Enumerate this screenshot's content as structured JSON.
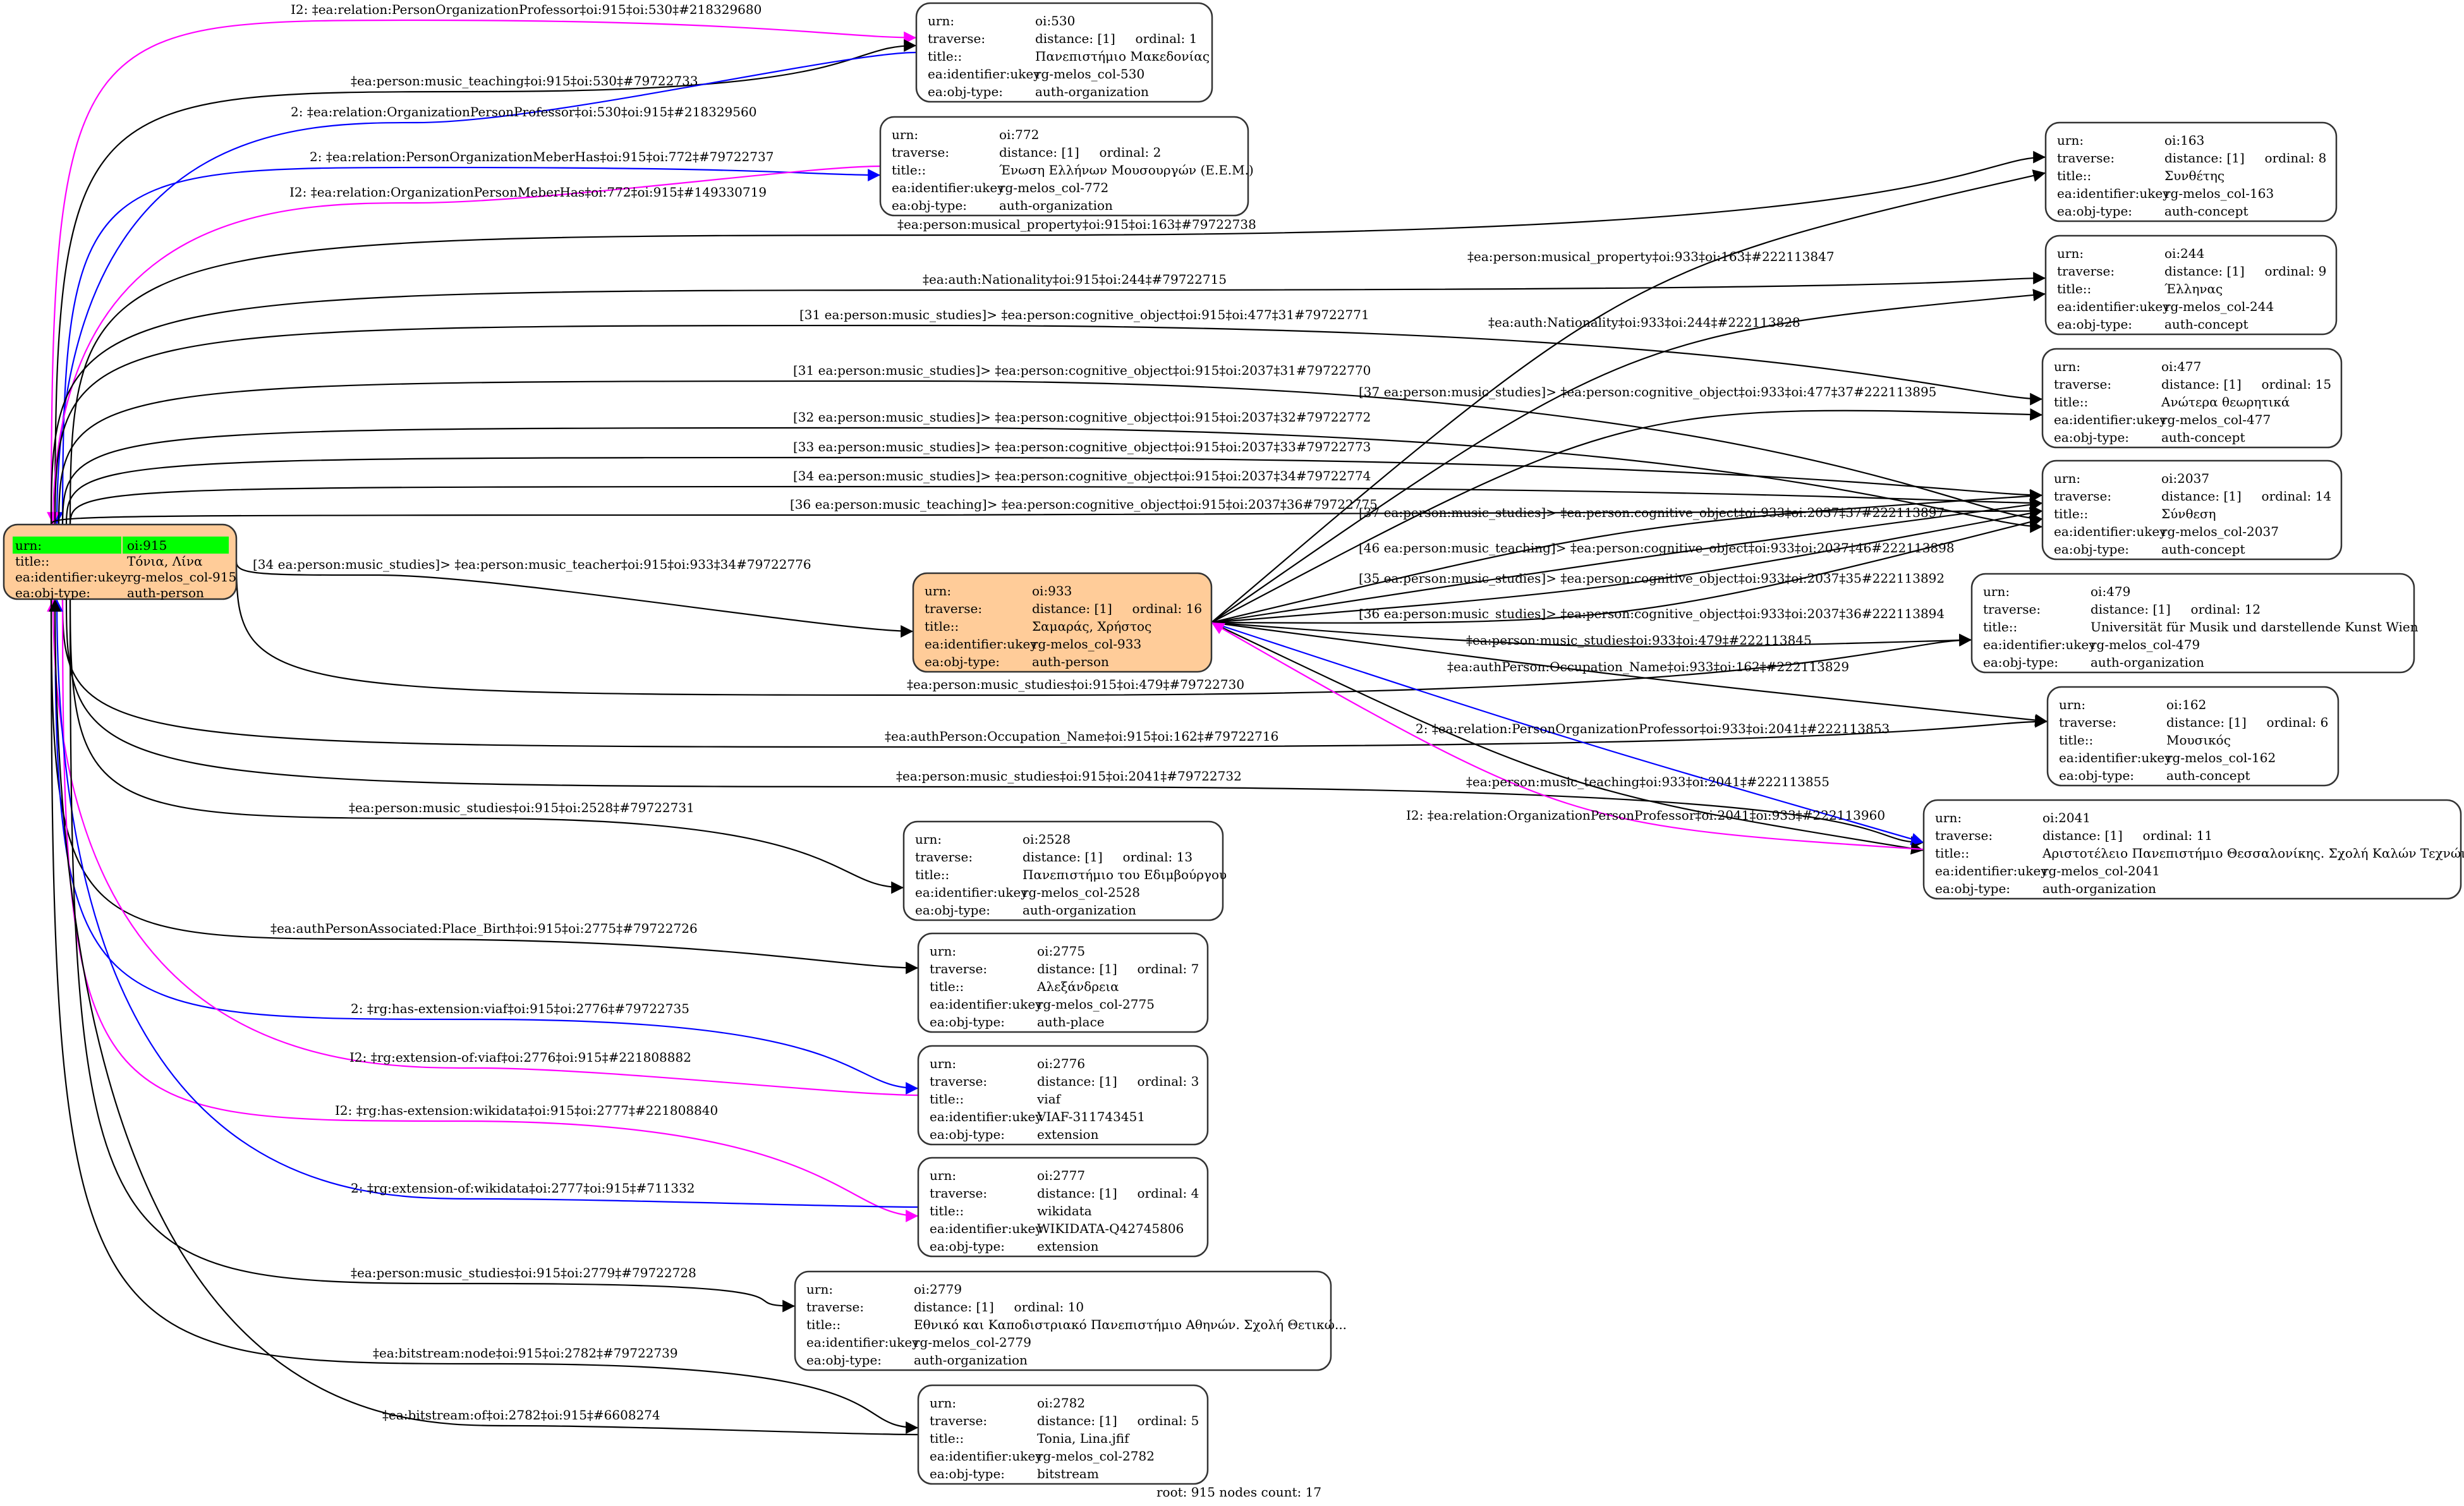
{
  "graph": {
    "footer": "root: 915 nodes count: 17",
    "colors": {
      "normal_edge": "#000000",
      "forward_relation_edge": "#0000ff",
      "inverse_relation_edge": "#ff00ff",
      "person_fill": "#ffcc99",
      "root_highlight": "#00ff00",
      "default_fill": "#ffffff"
    },
    "field_labels": {
      "urn": "urn:",
      "traverse": "traverse:",
      "title": "title::",
      "ukey": "ea:identifier:ukey",
      "type": "ea:obj-type:"
    },
    "nodes": [
      {
        "id": "oi:915",
        "urn": "oi:915",
        "traverse": null,
        "title": "Τόνια, Λίνα",
        "ukey": "rg-melos_col-915",
        "type": "auth-person",
        "root": true
      },
      {
        "id": "oi:530",
        "urn": "oi:530",
        "traverse": "distance: [1]     ordinal: 1",
        "title": "Πανεπιστήμιο Μακεδονίας",
        "ukey": "rg-melos_col-530",
        "type": "auth-organization"
      },
      {
        "id": "oi:772",
        "urn": "oi:772",
        "traverse": "distance: [1]     ordinal: 2",
        "title": "Ένωση Ελλήνων Μουσουργών (Ε.Ε.Μ.)",
        "ukey": "rg-melos_col-772",
        "type": "auth-organization"
      },
      {
        "id": "oi:163",
        "urn": "oi:163",
        "traverse": "distance: [1]     ordinal: 8",
        "title": "Συνθέτης",
        "ukey": "rg-melos_col-163",
        "type": "auth-concept"
      },
      {
        "id": "oi:244",
        "urn": "oi:244",
        "traverse": "distance: [1]     ordinal: 9",
        "title": "Έλληνας",
        "ukey": "rg-melos_col-244",
        "type": "auth-concept"
      },
      {
        "id": "oi:477",
        "urn": "oi:477",
        "traverse": "distance: [1]     ordinal: 15",
        "title": "Ανώτερα θεωρητικά",
        "ukey": "rg-melos_col-477",
        "type": "auth-concept"
      },
      {
        "id": "oi:2037",
        "urn": "oi:2037",
        "traverse": "distance: [1]     ordinal: 14",
        "title": "Σύνθεση",
        "ukey": "rg-melos_col-2037",
        "type": "auth-concept"
      },
      {
        "id": "oi:933",
        "urn": "oi:933",
        "traverse": "distance: [1]     ordinal: 16",
        "title": "Σαμαράς, Χρήστος",
        "ukey": "rg-melos_col-933",
        "type": "auth-person"
      },
      {
        "id": "oi:479",
        "urn": "oi:479",
        "traverse": "distance: [1]     ordinal: 12",
        "title": "Universität für Musik und darstellende Kunst Wien",
        "ukey": "rg-melos_col-479",
        "type": "auth-organization"
      },
      {
        "id": "oi:162",
        "urn": "oi:162",
        "traverse": "distance: [1]     ordinal: 6",
        "title": "Μουσικός",
        "ukey": "rg-melos_col-162",
        "type": "auth-concept"
      },
      {
        "id": "oi:2041",
        "urn": "oi:2041",
        "traverse": "distance: [1]     ordinal: 11",
        "title": "Αριστοτέλειο Πανεπιστήμιο Θεσσαλονίκης. Σχολή Καλών Τεχνών...",
        "ukey": "rg-melos_col-2041",
        "type": "auth-organization"
      },
      {
        "id": "oi:2528",
        "urn": "oi:2528",
        "traverse": "distance: [1]     ordinal: 13",
        "title": "Πανεπιστήμιο του Εδιμβούργου",
        "ukey": "rg-melos_col-2528",
        "type": "auth-organization"
      },
      {
        "id": "oi:2775",
        "urn": "oi:2775",
        "traverse": "distance: [1]     ordinal: 7",
        "title": "Αλεξάνδρεια",
        "ukey": "rg-melos_col-2775",
        "type": "auth-place"
      },
      {
        "id": "oi:2776",
        "urn": "oi:2776",
        "traverse": "distance: [1]     ordinal: 3",
        "title": "viaf",
        "ukey": "VIAF-311743451",
        "type": "extension"
      },
      {
        "id": "oi:2777",
        "urn": "oi:2777",
        "traverse": "distance: [1]     ordinal: 4",
        "title": "wikidata",
        "ukey": "WIKIDATA-Q42745806",
        "type": "extension"
      },
      {
        "id": "oi:2779",
        "urn": "oi:2779",
        "traverse": "distance: [1]     ordinal: 10",
        "title": "Εθνικό και Καποδιστριακό Πανεπιστήμιο Αθηνών. Σχολή Θετικώ...",
        "ukey": "rg-melos_col-2779",
        "type": "auth-organization"
      },
      {
        "id": "oi:2782",
        "urn": "oi:2782",
        "traverse": "distance: [1]     ordinal: 5",
        "title": "Tonia, Lina.jfif",
        "ukey": "rg-melos_col-2782",
        "type": "bitstream"
      }
    ],
    "edges": [
      {
        "from": "oi:915",
        "to": "oi:530",
        "kind": "inverse",
        "label": "I2: ‡ea:relation:PersonOrganizationProfessor‡oi:915‡oi:530‡#218329680"
      },
      {
        "from": "oi:915",
        "to": "oi:530",
        "kind": "normal",
        "label": "‡ea:person:music_teaching‡oi:915‡oi:530‡#79722733"
      },
      {
        "from": "oi:530",
        "to": "oi:915",
        "kind": "forward",
        "label": "2: ‡ea:relation:OrganizationPersonProfessor‡oi:530‡oi:915‡#218329560"
      },
      {
        "from": "oi:915",
        "to": "oi:772",
        "kind": "forward",
        "label": "2: ‡ea:relation:PersonOrganizationMeberHas‡oi:915‡oi:772‡#79722737"
      },
      {
        "from": "oi:772",
        "to": "oi:915",
        "kind": "inverse",
        "label": "I2: ‡ea:relation:OrganizationPersonMeberHas‡oi:772‡oi:915‡#149330719"
      },
      {
        "from": "oi:915",
        "to": "oi:163",
        "kind": "normal",
        "label": "‡ea:person:musical_property‡oi:915‡oi:163‡#79722738"
      },
      {
        "from": "oi:915",
        "to": "oi:244",
        "kind": "normal",
        "label": "‡ea:auth:Nationality‡oi:915‡oi:244‡#79722715"
      },
      {
        "from": "oi:915",
        "to": "oi:477",
        "kind": "normal",
        "label": "[31 ea:person:music_studies]> ‡ea:person:cognitive_object‡oi:915‡oi:477‡31#79722771"
      },
      {
        "from": "oi:915",
        "to": "oi:2037",
        "kind": "normal",
        "label": "[31 ea:person:music_studies]> ‡ea:person:cognitive_object‡oi:915‡oi:2037‡31#79722770"
      },
      {
        "from": "oi:915",
        "to": "oi:2037",
        "kind": "normal",
        "label": "[32 ea:person:music_studies]> ‡ea:person:cognitive_object‡oi:915‡oi:2037‡32#79722772"
      },
      {
        "from": "oi:915",
        "to": "oi:2037",
        "kind": "normal",
        "label": "[33 ea:person:music_studies]> ‡ea:person:cognitive_object‡oi:915‡oi:2037‡33#79722773"
      },
      {
        "from": "oi:915",
        "to": "oi:2037",
        "kind": "normal",
        "label": "[34 ea:person:music_studies]> ‡ea:person:cognitive_object‡oi:915‡oi:2037‡34#79722774"
      },
      {
        "from": "oi:915",
        "to": "oi:2037",
        "kind": "normal",
        "label": "[36 ea:person:music_teaching]> ‡ea:person:cognitive_object‡oi:915‡oi:2037‡36#79722775"
      },
      {
        "from": "oi:915",
        "to": "oi:933",
        "kind": "normal",
        "label": "[34 ea:person:music_studies]> ‡ea:person:music_teacher‡oi:915‡oi:933‡34#79722776"
      },
      {
        "from": "oi:915",
        "to": "oi:479",
        "kind": "normal",
        "label": "‡ea:person:music_studies‡oi:915‡oi:479‡#79722730"
      },
      {
        "from": "oi:915",
        "to": "oi:162",
        "kind": "normal",
        "label": "‡ea:authPerson:Occupation_Name‡oi:915‡oi:162‡#79722716"
      },
      {
        "from": "oi:915",
        "to": "oi:2041",
        "kind": "normal",
        "label": "‡ea:person:music_studies‡oi:915‡oi:2041‡#79722732"
      },
      {
        "from": "oi:933",
        "to": "oi:163",
        "kind": "normal",
        "label": "‡ea:person:musical_property‡oi:933‡oi:163‡#222113847"
      },
      {
        "from": "oi:933",
        "to": "oi:244",
        "kind": "normal",
        "label": "‡ea:auth:Nationality‡oi:933‡oi:244‡#222113828"
      },
      {
        "from": "oi:933",
        "to": "oi:477",
        "kind": "normal",
        "label": "[37 ea:person:music_studies]> ‡ea:person:cognitive_object‡oi:933‡oi:477‡37#222113895"
      },
      {
        "from": "oi:933",
        "to": "oi:2037",
        "kind": "normal",
        "label": "[37 ea:person:music_studies]> ‡ea:person:cognitive_object‡oi:933‡oi:2037‡37#222113897"
      },
      {
        "from": "oi:933",
        "to": "oi:2037",
        "kind": "normal",
        "label": "[46 ea:person:music_teaching]> ‡ea:person:cognitive_object‡oi:933‡oi:2037‡46#222113898"
      },
      {
        "from": "oi:933",
        "to": "oi:2037",
        "kind": "normal",
        "label": "[35 ea:person:music_studies]> ‡ea:person:cognitive_object‡oi:933‡oi:2037‡35#222113892"
      },
      {
        "from": "oi:933",
        "to": "oi:2037",
        "kind": "normal",
        "label": "[36 ea:person:music_studies]> ‡ea:person:cognitive_object‡oi:933‡oi:2037‡36#222113894"
      },
      {
        "from": "oi:933",
        "to": "oi:479",
        "kind": "normal",
        "label": "‡ea:person:music_studies‡oi:933‡oi:479‡#222113845"
      },
      {
        "from": "oi:933",
        "to": "oi:162",
        "kind": "normal",
        "label": "‡ea:authPerson:Occupation_Name‡oi:933‡oi:162‡#222113829"
      },
      {
        "from": "oi:933",
        "to": "oi:2041",
        "kind": "forward",
        "label": "2: ‡ea:relation:PersonOrganizationProfessor‡oi:933‡oi:2041‡#222113853"
      },
      {
        "from": "oi:933",
        "to": "oi:2041",
        "kind": "normal",
        "label": "‡ea:person:music_teaching‡oi:933‡oi:2041‡#222113855"
      },
      {
        "from": "oi:2041",
        "to": "oi:933",
        "kind": "inverse",
        "label": "I2: ‡ea:relation:OrganizationPersonProfessor‡oi:2041‡oi:933‡#222113960"
      },
      {
        "from": "oi:915",
        "to": "oi:2528",
        "kind": "normal",
        "label": "‡ea:person:music_studies‡oi:915‡oi:2528‡#79722731"
      },
      {
        "from": "oi:915",
        "to": "oi:2775",
        "kind": "normal",
        "label": "‡ea:authPersonAssociated:Place_Birth‡oi:915‡oi:2775‡#79722726"
      },
      {
        "from": "oi:915",
        "to": "oi:2776",
        "kind": "forward",
        "label": "2: ‡rg:has-extension:viaf‡oi:915‡oi:2776‡#79722735"
      },
      {
        "from": "oi:2776",
        "to": "oi:915",
        "kind": "inverse",
        "label": "I2: ‡rg:extension-of:viaf‡oi:2776‡oi:915‡#221808882"
      },
      {
        "from": "oi:915",
        "to": "oi:2777",
        "kind": "inverse",
        "label": "I2: ‡rg:has-extension:wikidata‡oi:915‡oi:2777‡#221808840"
      },
      {
        "from": "oi:2777",
        "to": "oi:915",
        "kind": "forward",
        "label": "2: ‡rg:extension-of:wikidata‡oi:2777‡oi:915‡#711332"
      },
      {
        "from": "oi:915",
        "to": "oi:2779",
        "kind": "normal",
        "label": "‡ea:person:music_studies‡oi:915‡oi:2779‡#79722728"
      },
      {
        "from": "oi:915",
        "to": "oi:2782",
        "kind": "normal",
        "label": "‡ea:bitstream:node‡oi:915‡oi:2782‡#79722739"
      },
      {
        "from": "oi:2782",
        "to": "oi:915",
        "kind": "normal",
        "label": "‡ea:bitstream:of‡oi:2782‡oi:915‡#6608274"
      }
    ]
  }
}
